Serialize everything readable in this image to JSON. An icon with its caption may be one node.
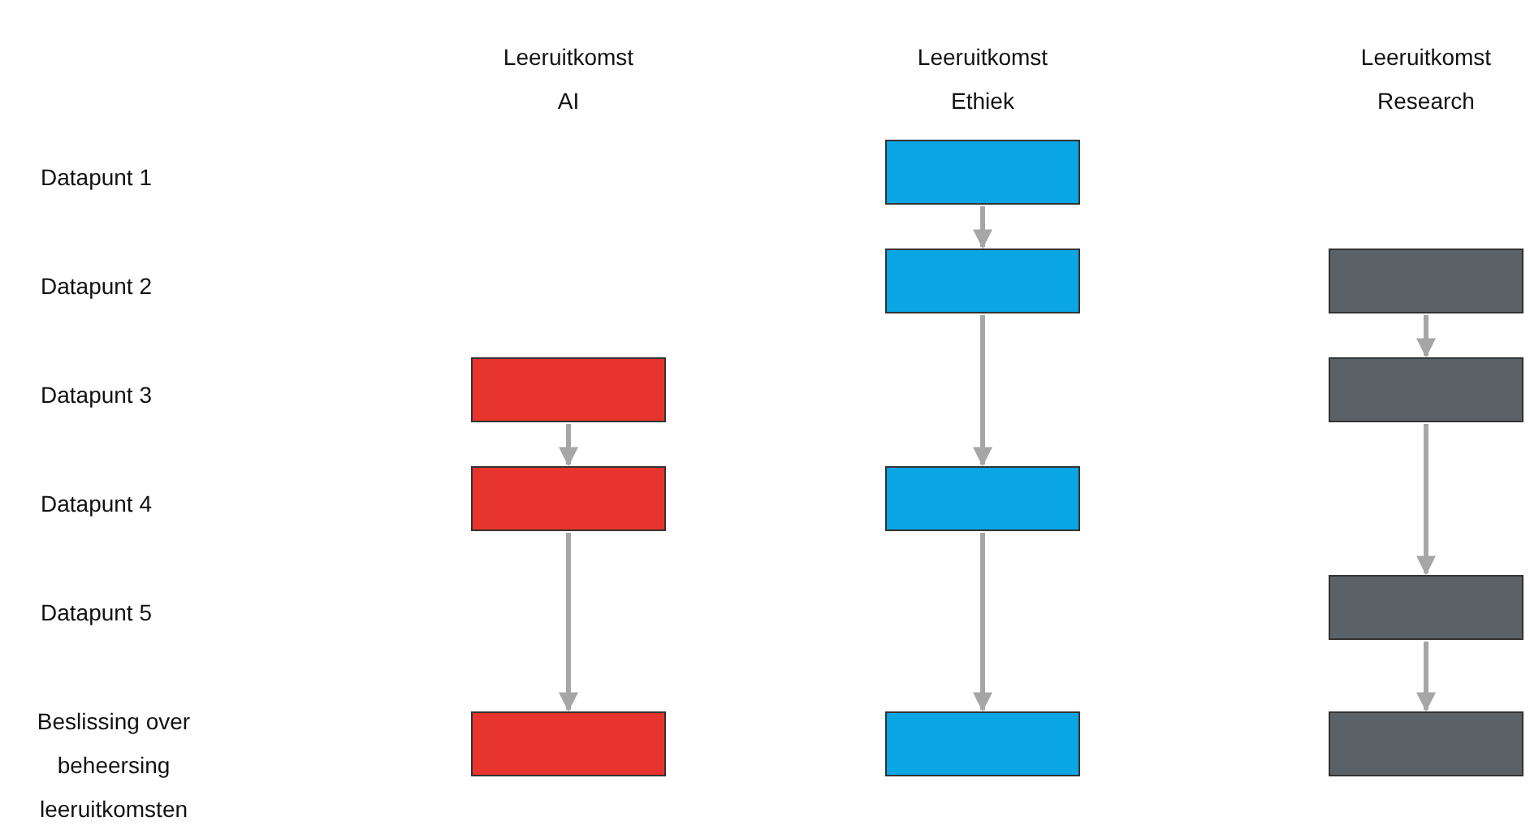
{
  "diagram": {
    "nodes": [
      {
        "text": [],
        "shape": "box"
      },
      {
        "text": [],
        "shape": "box"
      },
      {
        "text": [],
        "shape": "box"
      },
      {
        "text": [],
        "shape": "box"
      },
      {
        "text": [],
        "shape": "box"
      },
      {
        "text": [],
        "shape": "box"
      },
      {
        "text": [],
        "shape": "box"
      },
      {
        "text": [],
        "shape": "box"
      },
      {
        "text": [],
        "shape": "box"
      },
      {
        "text": [],
        "shape": "box"
      },
      {
        "text": [],
        "shape": "box"
      }
    ],
    "edges": [
      {
        "from": 0,
        "to": 1,
        "arrow": "to"
      },
      {
        "from": 1,
        "to": 2,
        "arrow": "to"
      },
      {
        "from": 3,
        "to": 4,
        "arrow": "to"
      },
      {
        "from": 4,
        "to": 5,
        "arrow": "to"
      },
      {
        "from": 5,
        "to": 6,
        "arrow": "to"
      },
      {
        "from": 7,
        "to": 8,
        "arrow": "to"
      },
      {
        "from": 8,
        "to": 9,
        "arrow": "to"
      },
      {
        "from": 9,
        "to": 10,
        "arrow": "to"
      }
    ],
    "labels": [
      "Leeruitkomst AI",
      "Leeruitkomst Ethiek",
      "Leeruitkomst Research",
      "Datapunt 1",
      "Datapunt 2",
      "Datapunt 3",
      "Datapunt 4",
      "Datapunt 5",
      "Beslissing over beheersing leeruitkomsten"
    ]
  }
}
